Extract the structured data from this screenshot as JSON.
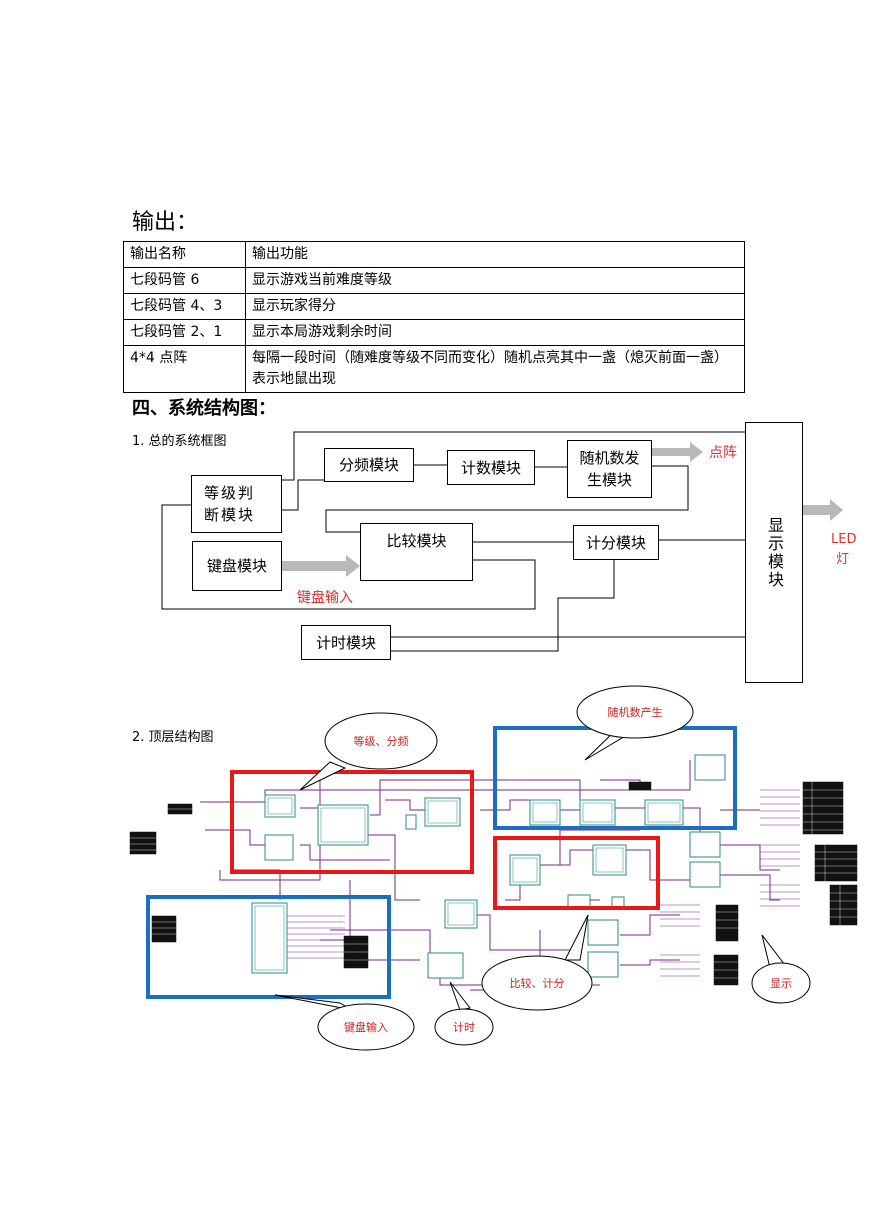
{
  "output_heading": "输出：",
  "output_table": {
    "header": [
      "输出名称",
      "输出功能"
    ],
    "rows": [
      [
        "七段码管 6",
        "显示游戏当前难度等级"
      ],
      [
        "七段码管 4、3",
        "显示玩家得分"
      ],
      [
        "七段码管 2、1",
        "显示本局游戏剩余时间"
      ],
      [
        "4*4 点阵",
        "每隔一段时间（随难度等级不同而变化）随机点亮其中一盏（熄灭前面一盏）表示地鼠出现"
      ]
    ]
  },
  "section_heading": "四、系统结构图：",
  "block_diagram": {
    "caption": "1.  总的系统框图",
    "modules": {
      "level": "等级判断模块",
      "divider": "分频模块",
      "counter": "计数模块",
      "random": "随机数发生模块",
      "keyboard": "键盘模块",
      "compare": "比较模块",
      "score": "计分模块",
      "timer": "计时模块",
      "display": "显示模块"
    },
    "labels": {
      "dot_matrix": "点阵",
      "led_line1": "LED",
      "led_line2": "灯",
      "key_input": "键盘输入"
    }
  },
  "top_diagram": {
    "caption": "2.  顶层结构图",
    "callouts": {
      "level_div": "等级、分频",
      "random": "随机数产生",
      "compare_score": "比较、计分",
      "display": "显示",
      "key_input": "键盘输入",
      "timer": "计时"
    }
  }
}
